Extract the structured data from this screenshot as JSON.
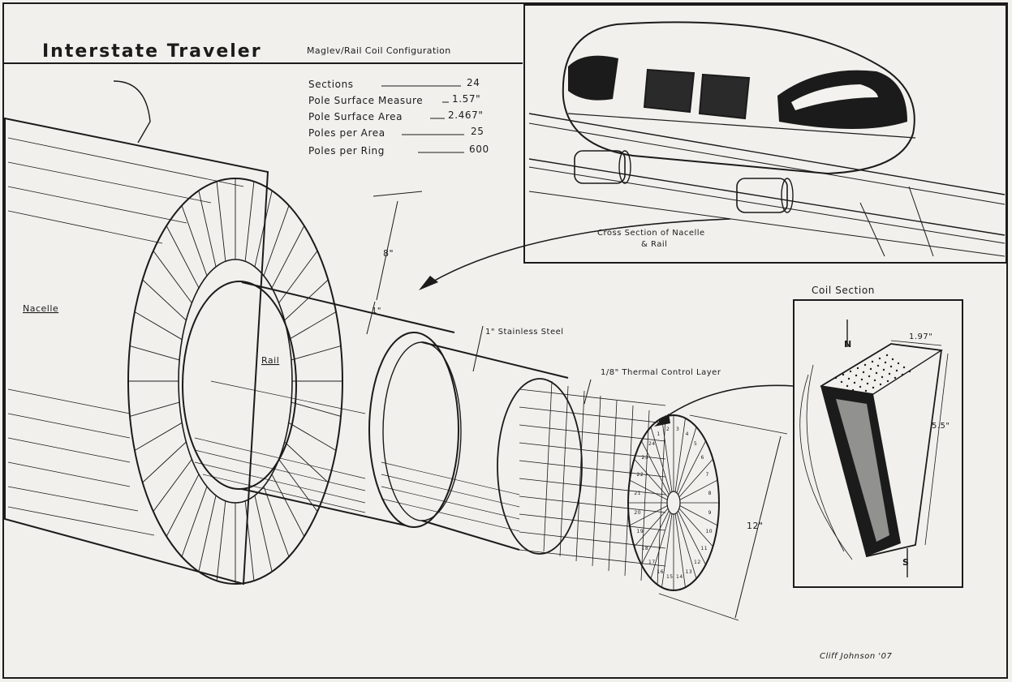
{
  "title": "Interstate Traveler",
  "subtitle": "Maglev/Rail Coil Configuration",
  "specs": [
    {
      "label": "Sections",
      "value": "24"
    },
    {
      "label": "Pole Surface Measure",
      "value": "1.57\""
    },
    {
      "label": "Pole Surface Area",
      "value": "2.467\""
    },
    {
      "label": "Poles per Area",
      "value": "25"
    },
    {
      "label": "Poles per Ring",
      "value": "600"
    }
  ],
  "labels": {
    "nacelle": "Nacelle",
    "rail": "Rail",
    "stainless": "1\" Stainless Steel",
    "thermal": "1/8\" Thermal Control Layer",
    "cross_section_1": "Cross Section of Nacelle",
    "cross_section_2": "& Rail",
    "coil_section": "Coil Section",
    "north": "N",
    "south": "S",
    "signature": "Cliff Johnson '07"
  },
  "dimensions": {
    "flange": "8\"",
    "gap": "1\"",
    "diameter": "12\"",
    "coil_width": "1.97\"",
    "coil_height": "5.5\""
  },
  "coil_numbers": [
    "1",
    "2",
    "3",
    "4",
    "5",
    "6",
    "7",
    "8",
    "9",
    "10",
    "11",
    "12",
    "13",
    "14",
    "15",
    "16",
    "17",
    "18",
    "19",
    "20",
    "21",
    "22",
    "23",
    "24"
  ]
}
